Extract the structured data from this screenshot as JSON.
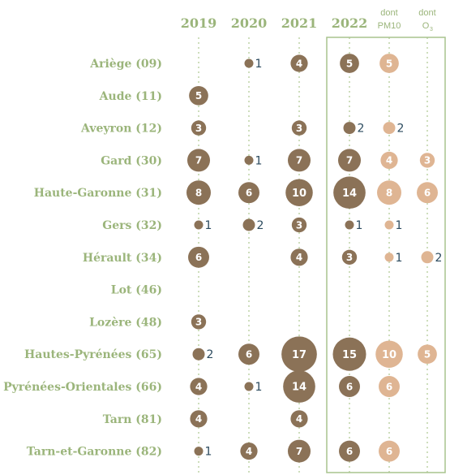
{
  "chart_data": {
    "type": "scatter",
    "columns": [
      {
        "id": "y2019",
        "label": "2019"
      },
      {
        "id": "y2020",
        "label": "2020"
      },
      {
        "id": "y2021",
        "label": "2021"
      },
      {
        "id": "y2022",
        "label": "2022"
      },
      {
        "id": "pm10",
        "label_line1": "dont",
        "label_line2": "PM10"
      },
      {
        "id": "o3",
        "label_line1": "dont",
        "label_line2": "O",
        "label_sub": "3"
      }
    ],
    "rows": [
      {
        "label": "Ariège (09)",
        "values": [
          null,
          1,
          4,
          5,
          5,
          null
        ]
      },
      {
        "label": "Aude (11)",
        "values": [
          5,
          null,
          null,
          null,
          null,
          null
        ]
      },
      {
        "label": "Aveyron (12)",
        "values": [
          3,
          null,
          3,
          2,
          2,
          null
        ]
      },
      {
        "label": "Gard (30)",
        "values": [
          7,
          1,
          7,
          7,
          4,
          3
        ]
      },
      {
        "label": "Haute-Garonne (31)",
        "values": [
          8,
          6,
          10,
          14,
          8,
          6
        ]
      },
      {
        "label": "Gers (32)",
        "values": [
          1,
          2,
          3,
          1,
          1,
          null
        ]
      },
      {
        "label": "Hérault (34)",
        "values": [
          6,
          null,
          4,
          3,
          1,
          2
        ]
      },
      {
        "label": "Lot (46)",
        "values": [
          null,
          null,
          null,
          null,
          null,
          null
        ]
      },
      {
        "label": "Lozère (48)",
        "values": [
          3,
          null,
          null,
          null,
          null,
          null
        ]
      },
      {
        "label": "Hautes-Pyrénées (65)",
        "values": [
          2,
          6,
          17,
          15,
          10,
          5
        ]
      },
      {
        "label": "Pyrénées-Orientales (66)",
        "values": [
          4,
          1,
          14,
          6,
          6,
          null
        ]
      },
      {
        "label": "Tarn (81)",
        "values": [
          4,
          null,
          4,
          null,
          null,
          null
        ]
      },
      {
        "label": "Tarn-et-Garonne (82)",
        "values": [
          1,
          4,
          7,
          6,
          6,
          null
        ]
      }
    ],
    "colors": {
      "total": "#8b7257",
      "component": "#dfb593",
      "label": "#9bb57b",
      "grid": "#b9cf9f",
      "highlight_frame": "#a9c48e",
      "outside_value": "#2b4a5e"
    }
  }
}
